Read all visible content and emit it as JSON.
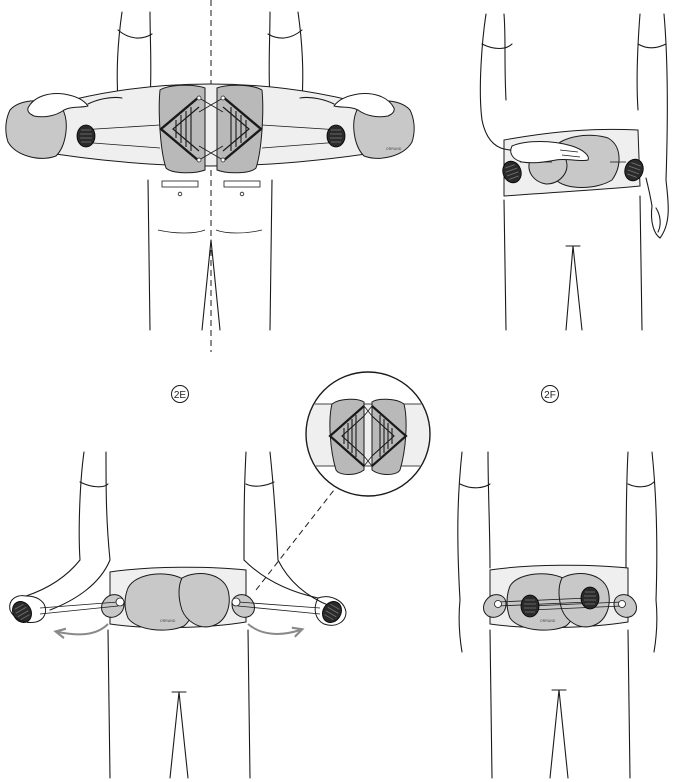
{
  "steps": {
    "step_e_label": "2E",
    "step_f_label": "2F"
  },
  "brand_marks": {
    "belt_text": "ORRAND"
  },
  "colors": {
    "line": "#1a1a1a",
    "belt_fill": "#efefef",
    "panel_fill": "#b9b9b9",
    "knob_fill": "#2a2a2a",
    "arrow": "#8a8a8a"
  },
  "icons": [
    "rotation-arrow-icon",
    "tension-knob-icon",
    "zoom-callout-icon"
  ]
}
